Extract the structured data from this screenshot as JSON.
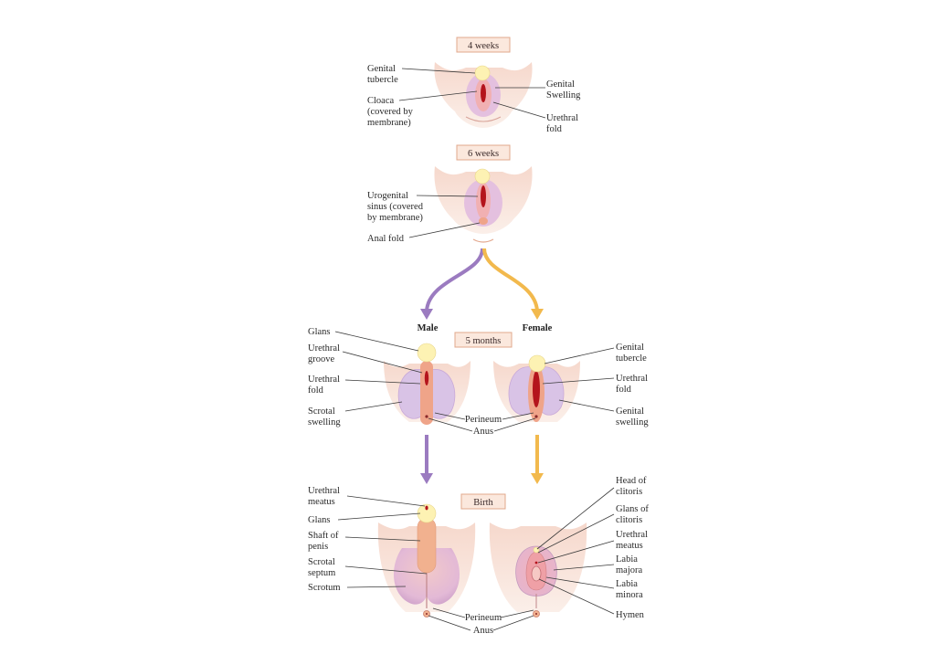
{
  "stages": {
    "s4": "4 weeks",
    "s6": "6 weeks",
    "s5m": "5 months",
    "birth": "Birth"
  },
  "sex": {
    "male": "Male",
    "female": "Female"
  },
  "labels4w": {
    "genital_tubercle": [
      "Genital",
      "tubercle"
    ],
    "cloaca": [
      "Cloaca",
      "(covered by",
      "membrane)"
    ],
    "genital_swelling": [
      "Genital",
      "Swelling"
    ],
    "urethral_fold": [
      "Urethral",
      "fold"
    ]
  },
  "labels6w": {
    "urogenital_sinus": [
      "Urogenital",
      "sinus (covered",
      "by membrane)"
    ],
    "anal_fold": [
      "Anal fold"
    ]
  },
  "labels5m_male": {
    "glans": [
      "Glans"
    ],
    "urethral_groove": [
      "Urethral",
      "groove"
    ],
    "urethral_fold": [
      "Urethral",
      "fold"
    ],
    "scrotal_swelling": [
      "Scrotal",
      "swelling"
    ]
  },
  "labels5m_center": {
    "perineum": [
      "Perineum"
    ],
    "anus": [
      "Anus"
    ]
  },
  "labels5m_female": {
    "genital_tubercle": [
      "Genital",
      "tubercle"
    ],
    "urethral_fold": [
      "Urethral",
      "fold"
    ],
    "genital_swelling": [
      "Genital",
      "swelling"
    ]
  },
  "labelsBirth_male": {
    "urethral_meatus": [
      "Urethral",
      "meatus"
    ],
    "glans": [
      "Glans"
    ],
    "shaft": [
      "Shaft of",
      "penis"
    ],
    "scrotal_septum": [
      "Scrotal",
      "septum"
    ],
    "scrotum": [
      "Scrotum"
    ]
  },
  "labelsBirth_center": {
    "perineum": [
      "Perineum"
    ],
    "anus": [
      "Anus"
    ]
  },
  "labelsBirth_female": {
    "head_clitoris": [
      "Head of",
      "clitoris"
    ],
    "glans_clitoris": [
      "Glans of",
      "clitoris"
    ],
    "urethral_meatus": [
      "Urethral",
      "meatus"
    ],
    "labia_majora": [
      "Labia",
      "majora"
    ],
    "labia_minora": [
      "Labia",
      "minora"
    ],
    "hymen": [
      "Hymen"
    ]
  },
  "colors": {
    "skin": "#f7ddd3",
    "swelling": "#d9c3e6",
    "tubercle": "#fdf2b3",
    "fold": "#efa489",
    "slit": "#b4141c",
    "male_arrow": "#9b7bc0",
    "female_arrow": "#f2b94d",
    "stage_box_fill": "#fbe8dd",
    "stage_box_stroke": "#e0a88c"
  }
}
